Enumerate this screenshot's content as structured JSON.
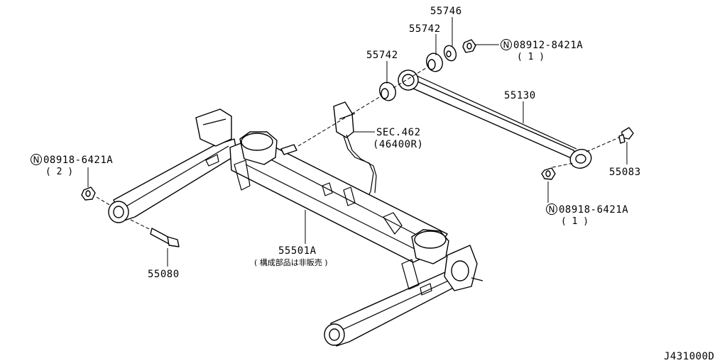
{
  "diagram_id": "J431000D",
  "parts": {
    "p55746": "55746",
    "p55742_top": "55742",
    "p55742_left": "55742",
    "p08912": "08912-8421A",
    "p08912_qty": "( 1 )",
    "p55130": "55130",
    "sec462": "SEC.462",
    "sec462_sub": "(46400R)",
    "p55083": "55083",
    "p08918_right": "08918-6421A",
    "p08918_right_qty": "( 1 )",
    "p08918_left": "08918-6421A",
    "p08918_left_qty": "( 2 )",
    "p55501A": "55501A",
    "p55501A_note": "( 構成部品は非販売 )",
    "p55080": "55080"
  },
  "nut_marker": "N"
}
